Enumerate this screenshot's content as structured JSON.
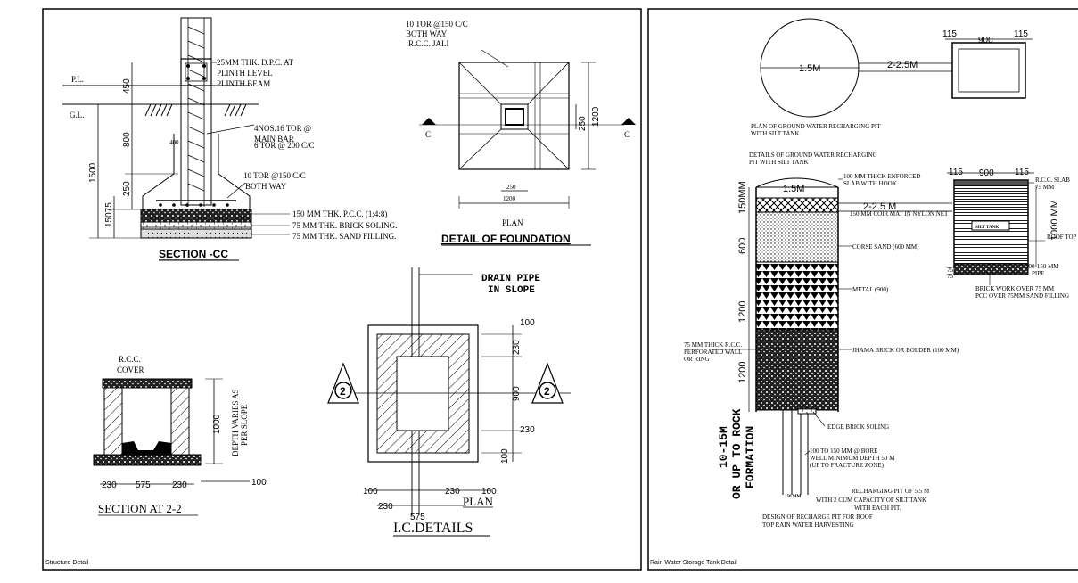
{
  "panels": {
    "left_caption": "Structure Detail",
    "right_caption": "Rain Water Storage Tank Detail"
  },
  "section_cc": {
    "title": "SECTION -CC",
    "pl": "P.L.",
    "gl": "G.L.",
    "dim_450": "450",
    "dim_800": "800",
    "dim_1500": "1500",
    "dim_250": "250",
    "dim_150_75": "15075",
    "dim_400": "400",
    "note_dpc1": "25MM THK. D.P.C. AT",
    "note_dpc2": "PLINTH LEVEL",
    "note_dpc3": "PLINTH BEAM",
    "note_bar1": "4NOS.16 TOR @",
    "note_bar2": "MAIN BAR",
    "note_bar3": "6 TOR @ 200 C/C",
    "note_tor1": "10 TOR @150 C/C",
    "note_tor2": "BOTH WAY",
    "note_pcc": "150 MM THK. P.C.C. (1:4:8)",
    "note_brick": "75  MM THK. BRICK SOLING.",
    "note_sand": "75  MM THK. SAND FILLING."
  },
  "foundation": {
    "title": "DETAIL OF FOUNDATION",
    "sub": "PLAN",
    "note1": "10 TOR @150 C/C",
    "note2": "BOTH WAY",
    "note3": "R.C.C. JALI",
    "dim_1200v": "1200",
    "dim_250v": "250",
    "dim_250h": "250",
    "dim_1200h": "1200",
    "c_left": "C",
    "c_right": "C"
  },
  "section22": {
    "title": "SECTION AT 2-2",
    "cover1": "R.C.C.",
    "cover2": "COVER",
    "dim_1000": "1000",
    "depth1": "DEPTH VARIES AS",
    "depth2": "PER SLOPE",
    "dim_230a": "230",
    "dim_575": "575",
    "dim_230b": "230",
    "dim_100": "100"
  },
  "ic_details": {
    "title": "I.C.DETAILS",
    "drain1": "DRAIN PIPE",
    "drain2": "IN SLOPE",
    "dim_100a": "100",
    "dim_230a": "230",
    "dim_900": "900",
    "dim_230b": "230",
    "dim_100b": "100",
    "dim_100c": "100",
    "dim_230c": "230",
    "dim_575": "575",
    "dim_230d": "230",
    "dim_100d": "100",
    "plan": "PLAN",
    "mark_left": "2",
    "mark_right": "2"
  },
  "recharge_plan": {
    "dia": "1.5M",
    "dist": "2-2.5M",
    "w115a": "115",
    "w900": "900",
    "w115b": "115",
    "cap1": "PLAN OF GROUND WATER RECHARGING PIT",
    "cap2": "WITH SILT TANK"
  },
  "recharge_detail": {
    "cap1": "DETAILS OF GROUND WATER RECHARGING",
    "cap2": "PIT WITH SILT TANK",
    "dia": "1.5M",
    "dist": "2-2.5 M",
    "w115a": "115",
    "w900": "900",
    "w115b": "115",
    "slab1": "100 MM THICK ENFORCED",
    "slab2": "SLAB WITH HOOK",
    "coir": "150 MM COIR MAT IN NYLON NET",
    "sand": "CORSE SAND (600 MM)",
    "metal": "METAL (900)",
    "jhama": "JHAMA BRICK OR BOLDER (100 MM)",
    "edge": "EDGE BRICK SOLING",
    "v150": "150MM",
    "v600": "600",
    "v1200a": "1200",
    "v1200b": "1200",
    "wall1": "75 MM THICK R.C.C.",
    "wall2": "PERFORATED WALL",
    "wall3": "OR RING",
    "depth1": "10-15M",
    "depth2": "OR UP TO ROCK",
    "depth3": "FORMATION",
    "bore1": "100 TO 150 MM @ BORE",
    "bore2": "WELL MINIMUM  DEPTH 50 M",
    "bore3": "(UP TO FRACTURE ZONE)",
    "pipe150": "150 MM",
    "note1": "RECHARGING PIT OF 5.5 M",
    "note2": "WITH 2 CUM CAPACITY OF SILT TANK",
    "note3": "WITH EACH PIT.",
    "note4": "DESIGN OF RECHARGE PIT FOR ROOF",
    "note5": "TOP RAIN WATER HARVESTING",
    "rcc1": "R.C.C. SLAB",
    "rcc2": "75 MM",
    "silt": "SILT TANK",
    "v1000": "1000 MM",
    "roof": "ROOF TOP",
    "pipe1": "100-150 MM",
    "pipe2": "PIPE",
    "v75a": "75",
    "v75b": "75",
    "brick1": "BRICK WORK OVER 75 MM",
    "brick2": "PCC OVER 75MM SAND FILLING"
  }
}
